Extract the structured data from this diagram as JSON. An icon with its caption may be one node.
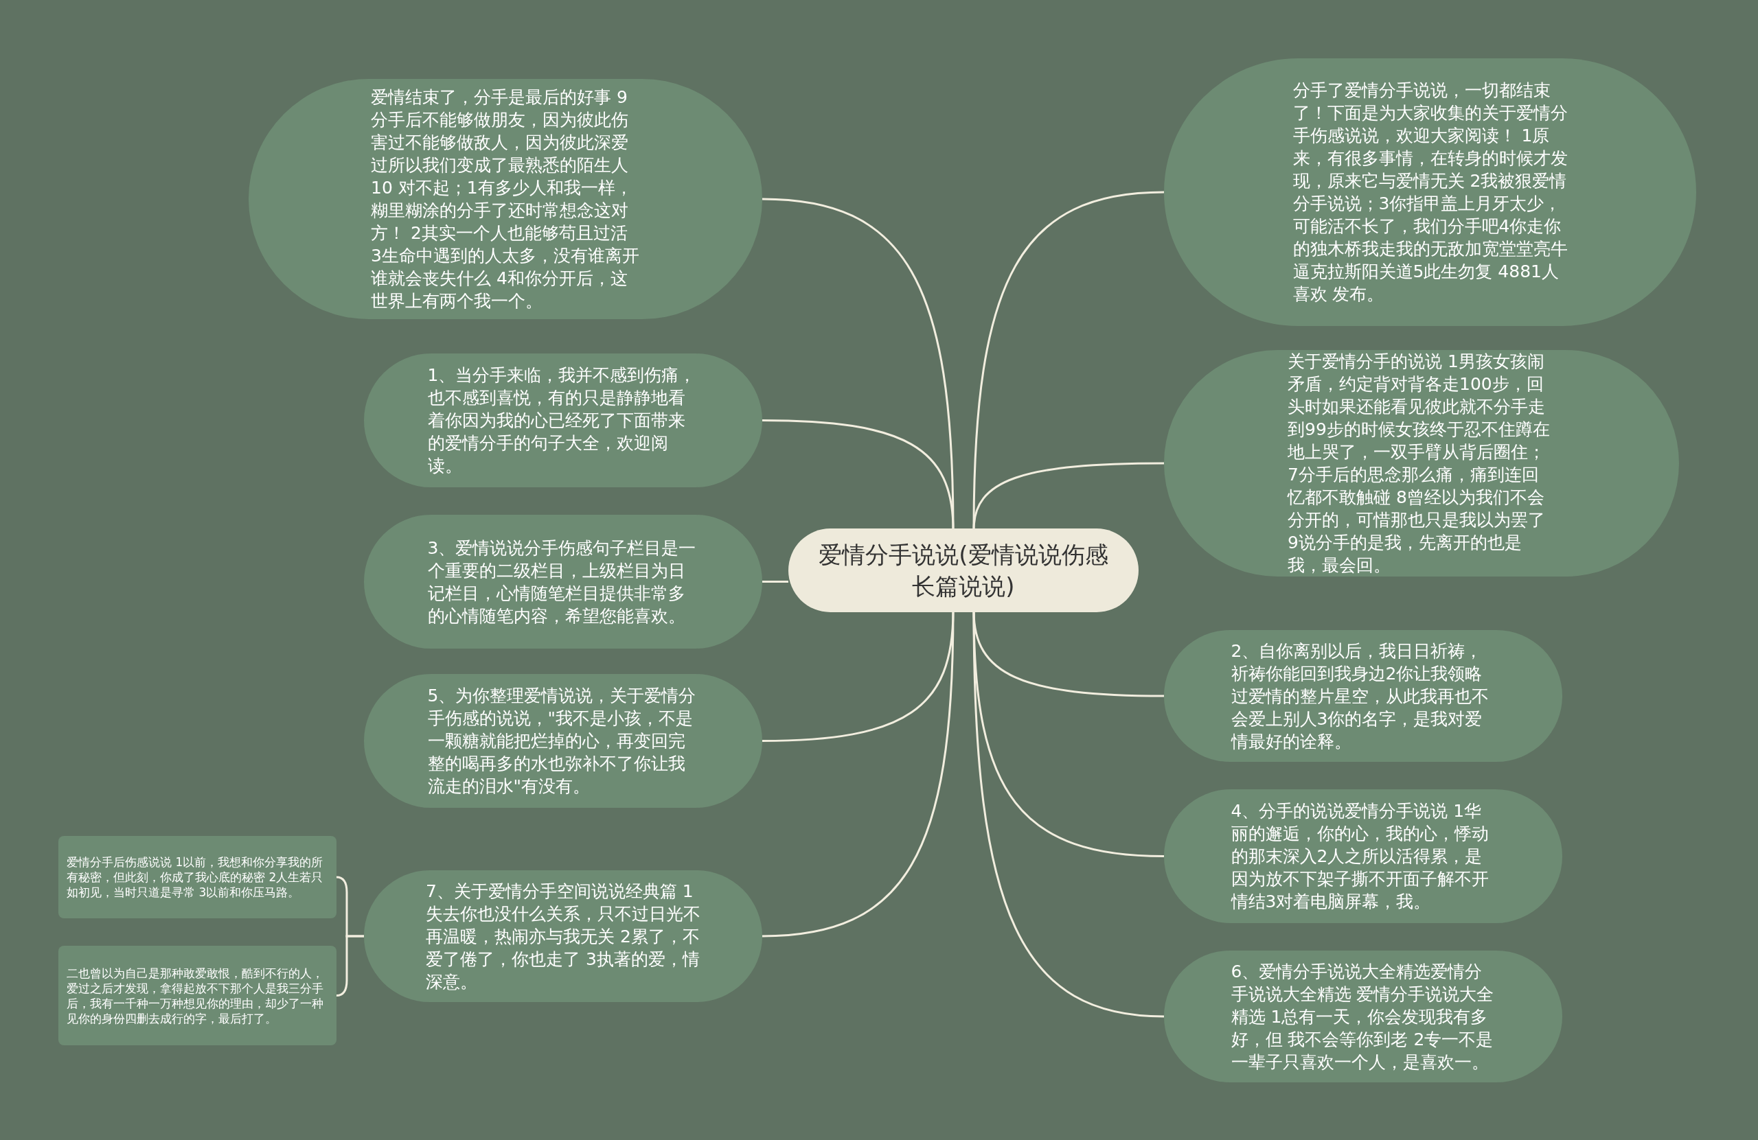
{
  "diagram": {
    "nodes": [
      {
        "text": [
          "爱情分手说说(爱情说说伤感长篇说说)"
        ]
      },
      {
        "text": [
          "爱情结束了，分手是最后的好事 9分手后不能够做朋友，因为彼此伤害过不能够做敌人，因为彼此深爱过所以我们变成了最熟悉的陌生人 10 对不起；1有多少人和我一样，糊里糊涂的分手了还时常想念这对方！ 2其实一个人也能够苟且过活 3生命中遇到的人太多，没有谁离开谁就会丧失什么 4和你分开后，这世界上有两个我一个。"
        ]
      },
      {
        "text": [
          "1、当分手来临，我并不感到伤痛，也不感到喜悦，有的只是静静地看着你因为我的心已经死了下面带来的爱情分手的句子大全，欢迎阅读。"
        ]
      },
      {
        "text": [
          "3、爱情说说分手伤感句子栏目是一个重要的二级栏目，上级栏目为日记栏目，心情随笔栏目提供非常多的心情随笔内容，希望您能喜欢。"
        ]
      },
      {
        "text": [
          "5、为你整理爱情说说，关于爱情分手伤感的说说，\"我不是小孩，不是一颗糖就能把烂掉的心，再变回完整的喝再多的水也弥补不了你让我流走的泪水\"有没有。"
        ]
      },
      {
        "text": [
          "7、关于爱情分手空间说说经典篇 1失去你也没什么关系，只不过日光不再温暖，热闹亦与我无关 2累了，不爱了倦了，你也走了 3执著的爱，情深意。"
        ]
      },
      {
        "text": [
          "分手了爱情分手说说，一切都结束了！下面是为大家收集的关于爱情分手伤感说说，欢迎大家阅读！ 1原来，有很多事情，在转身的时候才发现，原来它与爱情无关 2我被狠爱情分手说说；3你指甲盖上月牙太少，可能活不长了，我们分手吧4你走你的独木桥我走我的无敌加宽堂堂亮牛逼克拉斯阳关道5此生勿复 4881人喜欢 发布。"
        ]
      },
      {
        "text": [
          "关于爱情分手的说说 1男孩女孩闹矛盾，约定背对背各走100步，回头时如果还能看见彼此就不分手走到99步的时候女孩终于忍不住蹲在地上哭了，一双手臂从背后圈住；7分手后的思念那么痛，痛到连回忆都不敢触碰 8曾经以为我们不会分开的，可惜那也只是我以为罢了 9说分手的是我，先离开的也是我，最会回。"
        ]
      },
      {
        "text": [
          "2、自你离别以后，我日日祈祷，祈祷你能回到我身边2你让我领略过爱情的整片星空，从此我再也不会爱上别人3你的名字，是我对爱情最好的诠释。"
        ]
      },
      {
        "text": [
          "4、分手的说说爱情分手说说 1华丽的邂逅，你的心，我的心，悸动的那末深入2人之所以活得累，是因为放不下架子撕不开面子解不开情结3对着电脑屏幕，我。"
        ]
      },
      {
        "text": [
          "6、爱情分手说说大全精选爱情分手说说大全精选 爱情分手说说大全精选 1总有一天，你会发现我有多好，但 我不会等你到老 2专一不是一辈子只喜欢一个人，是喜欢一。"
        ]
      },
      {
        "text": [
          "爱情分手后伤感说说 1以前，我想和你分享我的所有秘密，但此刻，你成了我心底的秘密 2人生若只如初见，当时只道是寻常 3以前和你压马路。"
        ]
      },
      {
        "text": [
          "二也曾以为自己是那种敢爱敢恨，酷到不行的人，爱过之后才发现，拿得起放不下那个人是我三分手后，我有一千种一万种想见你的理由，却少了一种见你的身份四删去成行的字，最后打了。"
        ]
      }
    ],
    "edges": [
      {
        "from": 0,
        "to": 1,
        "arrow": "none"
      },
      {
        "from": 0,
        "to": 2,
        "arrow": "none"
      },
      {
        "from": 0,
        "to": 3,
        "arrow": "none"
      },
      {
        "from": 0,
        "to": 4,
        "arrow": "none"
      },
      {
        "from": 0,
        "to": 5,
        "arrow": "none"
      },
      {
        "from": 0,
        "to": 6,
        "arrow": "none"
      },
      {
        "from": 0,
        "to": 7,
        "arrow": "none"
      },
      {
        "from": 0,
        "to": 8,
        "arrow": "none"
      },
      {
        "from": 0,
        "to": 9,
        "arrow": "none"
      },
      {
        "from": 0,
        "to": 10,
        "arrow": "none"
      },
      {
        "from": 5,
        "to": 11,
        "arrow": "none"
      },
      {
        "from": 5,
        "to": 12,
        "arrow": "none"
      }
    ]
  }
}
